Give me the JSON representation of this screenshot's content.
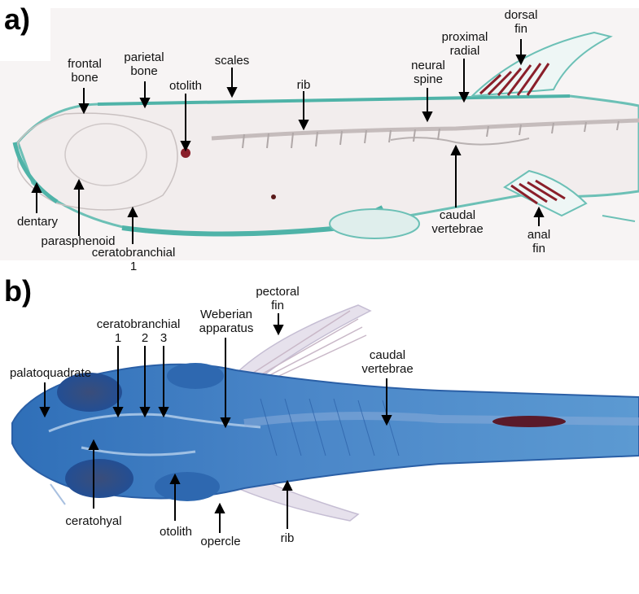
{
  "panels": {
    "a": {
      "letter": "a)",
      "labels": {
        "frontal": "frontal\nbone",
        "parietal": "parietal\nbone",
        "otolith": "otolith",
        "scales": "scales",
        "rib": "rib",
        "neural": "neural\nspine",
        "proximal": "proximal\nradial",
        "dorsal": "dorsal\nfin",
        "dentary": "dentary",
        "parasphenoid": "parasphenoid",
        "ceratobranchial": "ceratobranchial\n1",
        "caudal": "caudal\nvertebrae",
        "anal": "anal\nfin"
      }
    },
    "b": {
      "letter": "b)",
      "labels": {
        "palatoquadrate": "palatoquadrate",
        "ceratobranchial": "ceratobranchial",
        "cb1": "1",
        "cb2": "2",
        "cb3": "3",
        "weberian": "Weberian\napparatus",
        "pectoral": "pectoral\nfin",
        "caudal": "caudal\nvertebrae",
        "ceratohyal": "ceratohyal",
        "otolith": "otolith",
        "opercle": "opercle",
        "rib": "rib"
      }
    }
  },
  "colors": {
    "stain_blue": "#3f7fc4",
    "stain_green": "#4fb3a8",
    "stain_red": "#8a1f2a"
  }
}
